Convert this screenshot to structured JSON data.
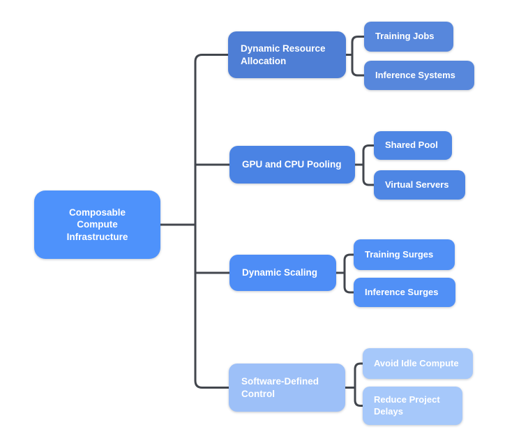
{
  "canvas": {
    "background": "#FFFFFF",
    "connector_color": "#42464D",
    "text_color": "#FFFFFF"
  },
  "diagram": {
    "type": "mindmap",
    "root": {
      "label": "Composable\nCompute\nInfrastructure",
      "color": "#4E92FB"
    },
    "branches": [
      {
        "label": "Dynamic Resource\nAllocation",
        "color": "#4E7ED5",
        "children": [
          {
            "label": "Training Jobs",
            "color": "#5787DC"
          },
          {
            "label": "Inference Systems",
            "color": "#5787DC"
          }
        ]
      },
      {
        "label": "GPU and CPU Pooling",
        "color": "#4A83E4",
        "children": [
          {
            "label": "Shared Pool",
            "color": "#4E86E4"
          },
          {
            "label": "Virtual Servers",
            "color": "#4E86E4"
          }
        ]
      },
      {
        "label": "Dynamic Scaling",
        "color": "#4E8DF6",
        "children": [
          {
            "label": "Training Surges",
            "color": "#5190F6"
          },
          {
            "label": "Inference Surges",
            "color": "#5190F6"
          }
        ]
      },
      {
        "label": "Software-Defined\nControl",
        "color": "#9DC0F8",
        "children": [
          {
            "label": "Avoid Idle Compute",
            "color": "#A6C8FA"
          },
          {
            "label": "Reduce Project\nDelays",
            "color": "#A6C8FA"
          }
        ]
      }
    ]
  }
}
